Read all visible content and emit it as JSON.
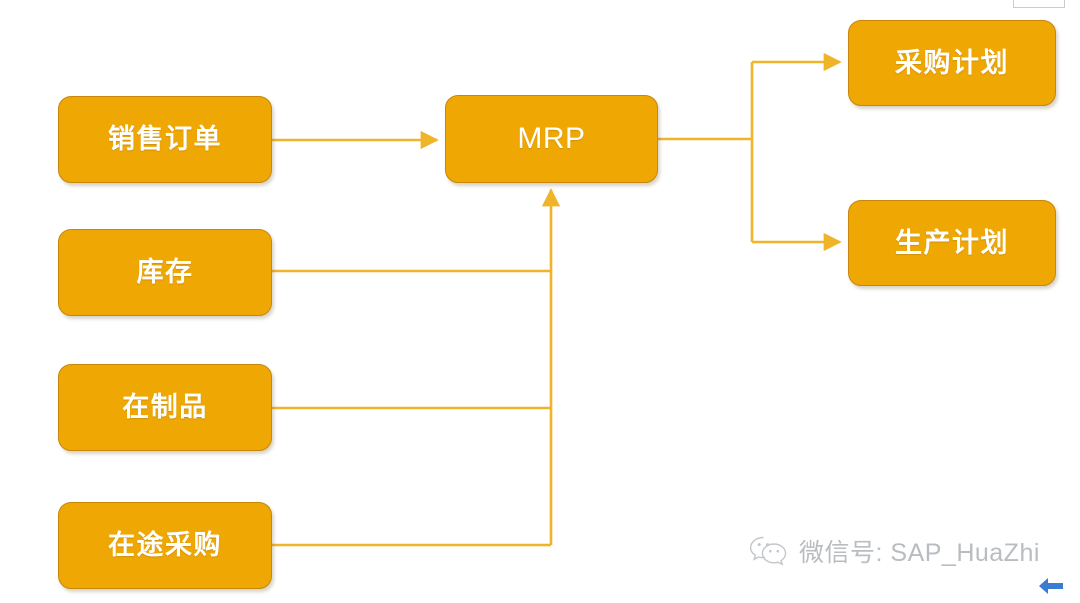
{
  "diagram": {
    "type": "flowchart",
    "title": "MRP inputs and outputs flow diagram",
    "colors": {
      "node_fill": "#efa704",
      "node_border": "#c8860d",
      "node_text": "#ffffff",
      "connector": "#f0b429",
      "watermark_text": "#b9bcc0",
      "back_arrow": "#3b7cd3",
      "background": "#ffffff"
    },
    "nodes": [
      {
        "id": "sales",
        "label": "销售订单",
        "role": "input"
      },
      {
        "id": "stock",
        "label": "库存",
        "role": "input"
      },
      {
        "id": "wip",
        "label": "在制品",
        "role": "input"
      },
      {
        "id": "transit",
        "label": "在途采购",
        "role": "input"
      },
      {
        "id": "mrp",
        "label": "MRP",
        "role": "process"
      },
      {
        "id": "purchase",
        "label": "采购计划",
        "role": "output"
      },
      {
        "id": "prodplan",
        "label": "生产计划",
        "role": "output"
      }
    ],
    "edges": [
      {
        "from": "sales",
        "to": "mrp",
        "style": "straight-arrow"
      },
      {
        "from": "stock",
        "to": "mrp",
        "style": "elbow-merge-arrow"
      },
      {
        "from": "wip",
        "to": "mrp",
        "style": "elbow-merge-arrow"
      },
      {
        "from": "transit",
        "to": "mrp",
        "style": "elbow-merge-arrow"
      },
      {
        "from": "mrp",
        "to": "purchase",
        "style": "fork-arrow"
      },
      {
        "from": "mrp",
        "to": "prodplan",
        "style": "fork-arrow"
      }
    ]
  },
  "watermark": {
    "icon": "wechat-icon",
    "text": "微信号: SAP_HuaZhi"
  },
  "back_arrow": {
    "icon": "arrow-left-icon"
  }
}
